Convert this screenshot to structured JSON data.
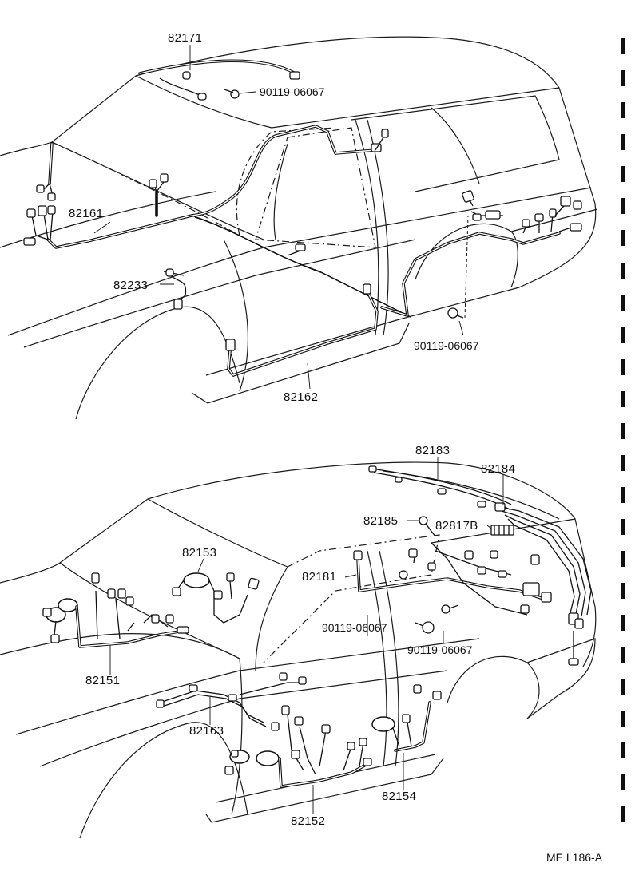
{
  "top_diagram": {
    "labels": {
      "p82171": "82171",
      "p90119_a": "90119-06067",
      "p82161": "82161",
      "p82233": "82233",
      "p90119_b": "90119-06067",
      "p82162": "82162"
    }
  },
  "bottom_diagram": {
    "labels": {
      "p82183": "82183",
      "p82184": "82184",
      "p82185": "82185",
      "p82817B": "82817B",
      "p82153": "82153",
      "p82181": "82181",
      "p90119_c": "90119-06067",
      "p90119_d": "90119-06067",
      "p82151": "82151",
      "p82163": "82163",
      "p82152": "82152",
      "p82154": "82154"
    }
  },
  "drawing_code": "ME L186-A"
}
